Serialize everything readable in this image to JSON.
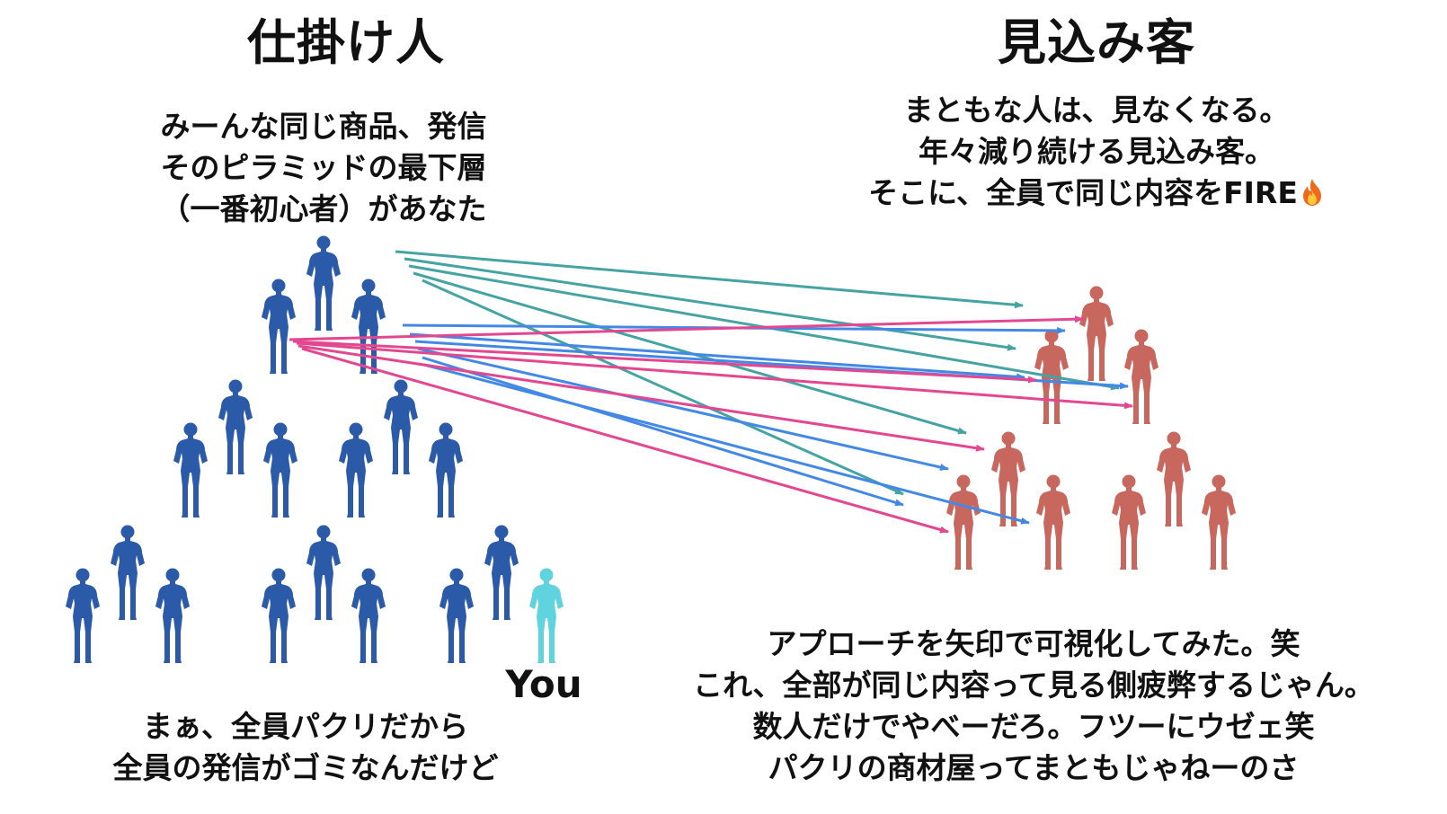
{
  "left_title": "仕掛け人",
  "right_title": "見込み客",
  "left_caption": [
    "みーんな同じ商品、発信",
    "そのピラミッドの最下層",
    "（一番初心者）があなた"
  ],
  "right_caption": [
    "まともな人は、見なくなる。",
    "年々減り続ける見込み客。",
    "そこに、全員で同じ内容をFIRE"
  ],
  "fire_icon": "fire-icon",
  "you_label": "You",
  "bottom_left_caption": [
    "まぁ、全員パクリだから",
    "全員の発信がゴミなんだけど"
  ],
  "bottom_right_caption": [
    "アプローチを矢印で可視化してみた。笑",
    "これ、全部が同じ内容って見る側疲弊するじゃん。",
    "数人だけでやべーだろ。フツーにウゼェ笑",
    "パクリの商材屋ってまともじゃねーのさ"
  ],
  "colors": {
    "marketer": "#2a5aa8",
    "you": "#5fd3de",
    "prospect": "#c7675e",
    "arrow_teal": "#45a3a3",
    "arrow_blue": "#4488e6",
    "arrow_pink": "#e2478f"
  }
}
